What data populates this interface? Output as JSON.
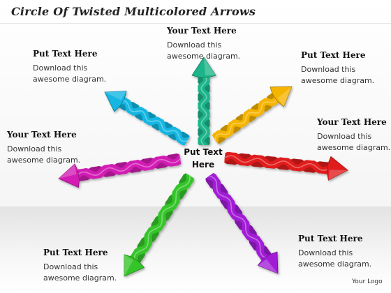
{
  "title": "Circle Of Twisted Multicolored Arrows",
  "center_label": "Put Text Here",
  "logo": "Your Logo",
  "blocks": [
    {
      "heading": "Your Text Here",
      "body": "Download this awesome diagram."
    },
    {
      "heading": "Put Text Here",
      "body": "Download this awesome diagram."
    },
    {
      "heading": "Put Text Here",
      "body": "Download this awesome diagram."
    },
    {
      "heading": "Your Text Here",
      "body": "Download this awesome diagram."
    },
    {
      "heading": "Your Text Here",
      "body": "Download this awesome diagram."
    },
    {
      "heading": "Put Text Here",
      "body": "Download this awesome diagram."
    },
    {
      "heading": "Put Text Here",
      "body": "Download this awesome diagram."
    }
  ],
  "arrows": [
    {
      "name": "teal-arrow",
      "color": "#1fb58a"
    },
    {
      "name": "yellow-arrow",
      "color": "#f5b400"
    },
    {
      "name": "red-arrow",
      "color": "#e01b1b"
    },
    {
      "name": "purple-arrow",
      "color": "#a21fd6"
    },
    {
      "name": "green-arrow",
      "color": "#35c52a"
    },
    {
      "name": "magenta-arrow",
      "color": "#d21fb4"
    },
    {
      "name": "cyan-arrow",
      "color": "#12b6e2"
    }
  ]
}
